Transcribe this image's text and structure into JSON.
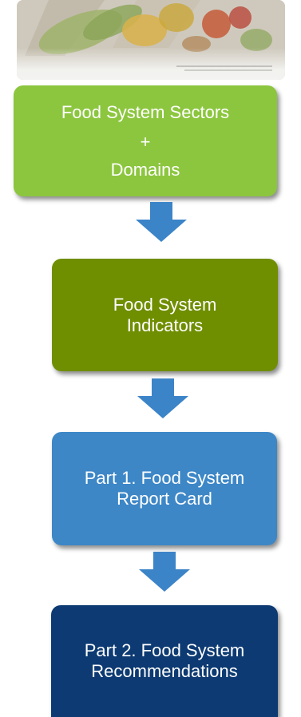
{
  "photo": {
    "icon": "fruit-vegetables-photo"
  },
  "boxes": [
    {
      "line1": "Food System Sectors",
      "plus": "+",
      "line2": "Domains",
      "color": "#8cc63f"
    },
    {
      "line1": "Food System",
      "line2": "Indicators",
      "color": "#6f8e00"
    },
    {
      "line1": "Part 1. Food System",
      "line2": "Report Card",
      "color": "#3d87c7"
    },
    {
      "line1": "Part 2. Food System",
      "line2": "Recommendations",
      "color": "#0d3a72"
    }
  ],
  "arrow_color": "#3c84c8"
}
